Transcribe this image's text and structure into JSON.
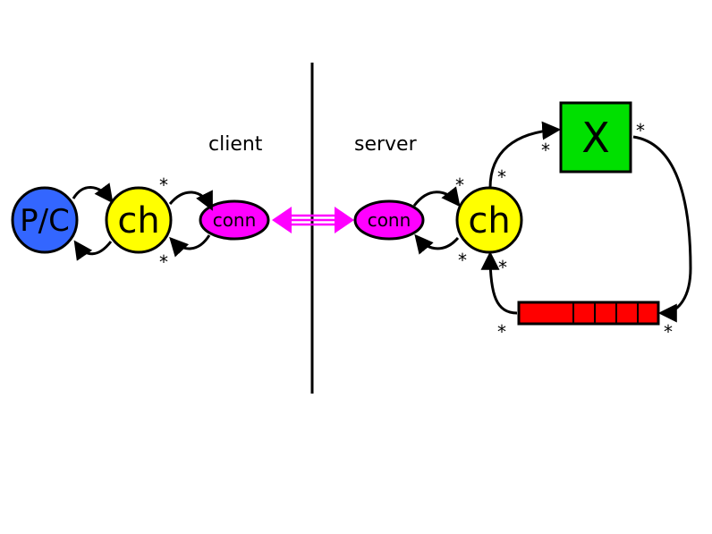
{
  "labels": {
    "client": "client",
    "server": "server"
  },
  "nodes": {
    "pc": {
      "label": "P/C",
      "color": "#3366ff"
    },
    "ch_client": {
      "label": "ch",
      "color": "#ffff00"
    },
    "conn_client": {
      "label": "conn",
      "color": "#ff00ff"
    },
    "conn_server": {
      "label": "conn",
      "color": "#ff00ff"
    },
    "ch_server": {
      "label": "ch",
      "color": "#ffff00"
    },
    "x_box": {
      "label": "X",
      "color": "#00e000"
    },
    "queue": {
      "color": "#ff0000",
      "cells": 5
    }
  },
  "multiplicity": {
    "mark": "*"
  },
  "link_color": "#ff00ff",
  "icons": {
    "bidirectional_link": "double-arrow-icon"
  }
}
